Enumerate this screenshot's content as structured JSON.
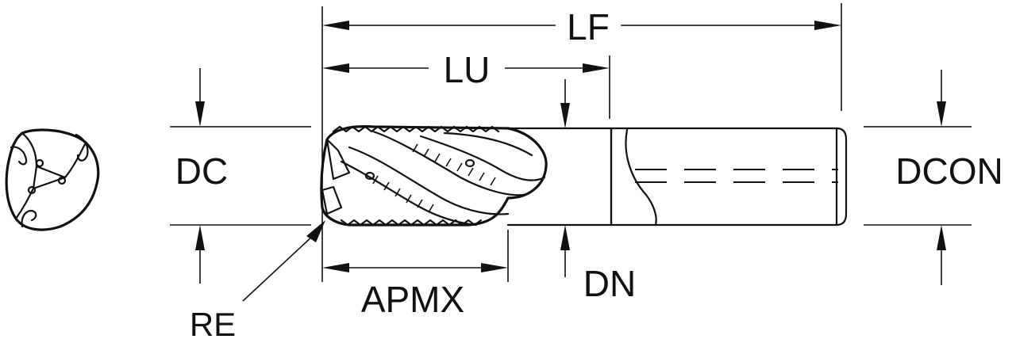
{
  "labels": {
    "lf": "LF",
    "lu": "LU",
    "dc": "DC",
    "dcon": "DCON",
    "dn": "DN",
    "apmx": "APMX",
    "re": "RE"
  }
}
